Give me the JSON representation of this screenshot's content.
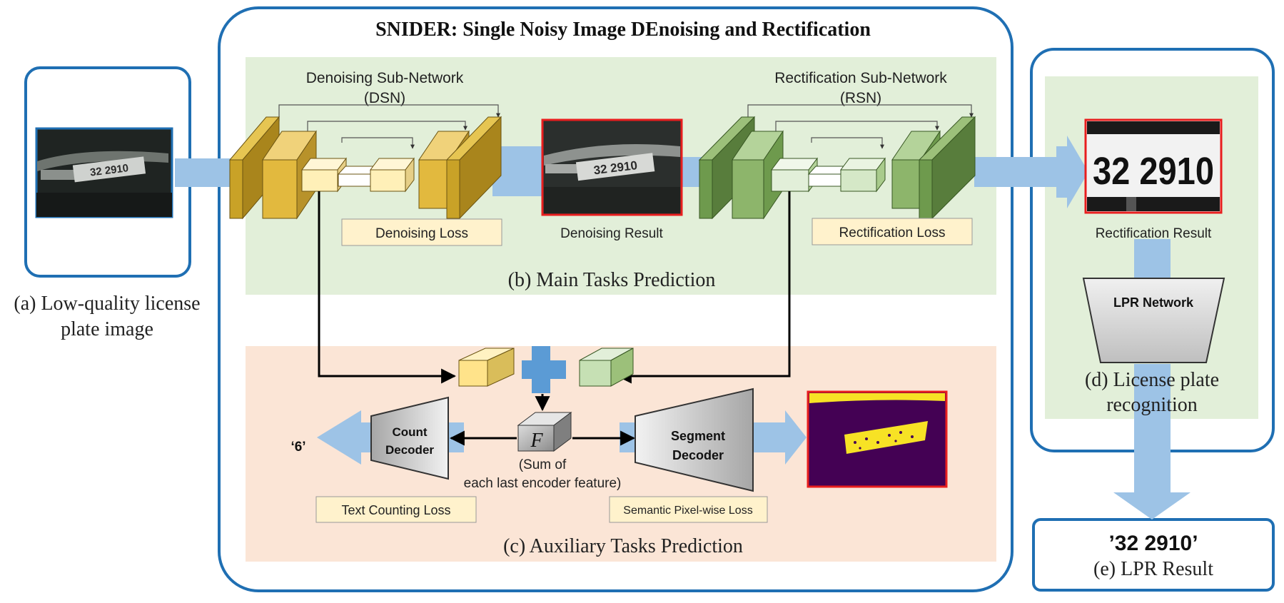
{
  "title": "SNIDER: Single Noisy Image DEnoising and Rectification",
  "panels": {
    "a": {
      "caption_line1": "(a) Low-quality license",
      "caption_line2": "plate image"
    },
    "b": {
      "caption": "(b) Main Tasks Prediction"
    },
    "c": {
      "caption": "(c) Auxiliary Tasks Prediction"
    },
    "d": {
      "caption_line1": "(d) License plate",
      "caption_line2": "recognition"
    },
    "e": {
      "result": "’32 2910’",
      "caption": "(e) LPR Result"
    }
  },
  "dsn": {
    "name": "Denoising Sub-Network",
    "abbr": "(DSN)",
    "loss": "Denoising Loss",
    "result": "Denoising Result"
  },
  "rsn": {
    "name": "Rectification Sub-Network",
    "abbr": "(RSN)",
    "loss": "Rectification Loss",
    "result": "Rectification Result"
  },
  "lpr": {
    "label": "LPR Network"
  },
  "aux": {
    "count_decoder_line1": "Count",
    "count_decoder_line2": "Decoder",
    "count_output": "‘6’",
    "count_loss": "Text Counting Loss",
    "segment_decoder_line1": "Segment",
    "segment_decoder_line2": "Decoder",
    "segment_loss": "Semantic Pixel-wise Loss",
    "feature_symbol": "F",
    "feature_note_line1": "(Sum of",
    "feature_note_line2": "each last encoder feature)"
  },
  "plates": {
    "noisy": "32 2910",
    "denoised": "32 2910",
    "rectified": "32 2910"
  },
  "colors": {
    "frame_blue": "#1f6fb3",
    "arrow_blue": "#9dc3e6",
    "green_panel": "#e2efd9",
    "orange_panel": "#fbe5d6",
    "loss_box": "#fff2cc",
    "plus_blue": "#5b9bd5",
    "red_border": "#e81e1e"
  }
}
